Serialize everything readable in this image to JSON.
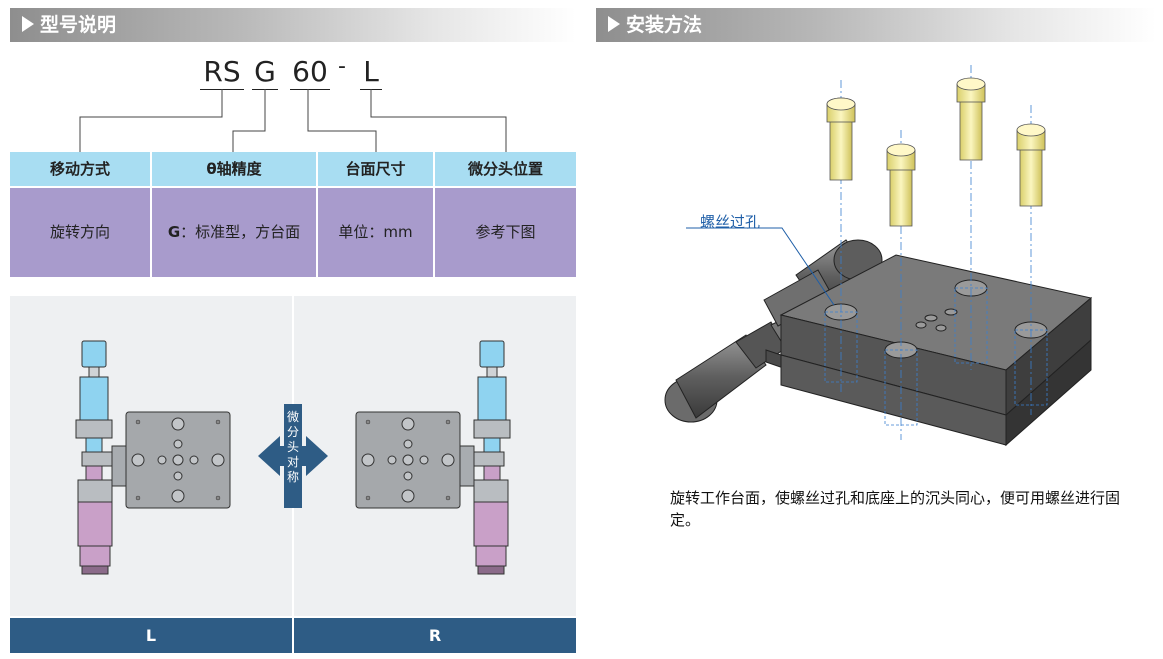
{
  "sections": {
    "model": {
      "title": "型号说明"
    },
    "install": {
      "title": "安装方法"
    }
  },
  "model_code": {
    "part1": "RS",
    "part2": "G",
    "part3": "60",
    "dash": "-",
    "part4": "L"
  },
  "spec_table": {
    "headers": [
      "移动方式",
      "θ轴精度",
      "台面尺寸",
      "微分头位置"
    ],
    "values": [
      "旋转方向",
      "G：标准型，方台面",
      "单位：mm",
      "参考下图"
    ],
    "value_g_bold": "G",
    "value_g_rest": "：标准型，方台面"
  },
  "symmetry_label": [
    "微",
    "分",
    "头",
    "对",
    "称"
  ],
  "direction_labels": {
    "left": "L",
    "right": "R"
  },
  "install_callout": "螺丝过孔",
  "install_description": "旋转工作台面，使螺丝过孔和底座上的沉头同心，便可用螺丝进行固定。",
  "colors": {
    "table_header": "#a8ddf2",
    "table_body": "#a89bcc",
    "footer_bar": "#2e5c85",
    "micrometer_blue": "#8fd3f0",
    "micrometer_pink": "#c9a0c8",
    "callout_blue": "#1f5fa8"
  }
}
